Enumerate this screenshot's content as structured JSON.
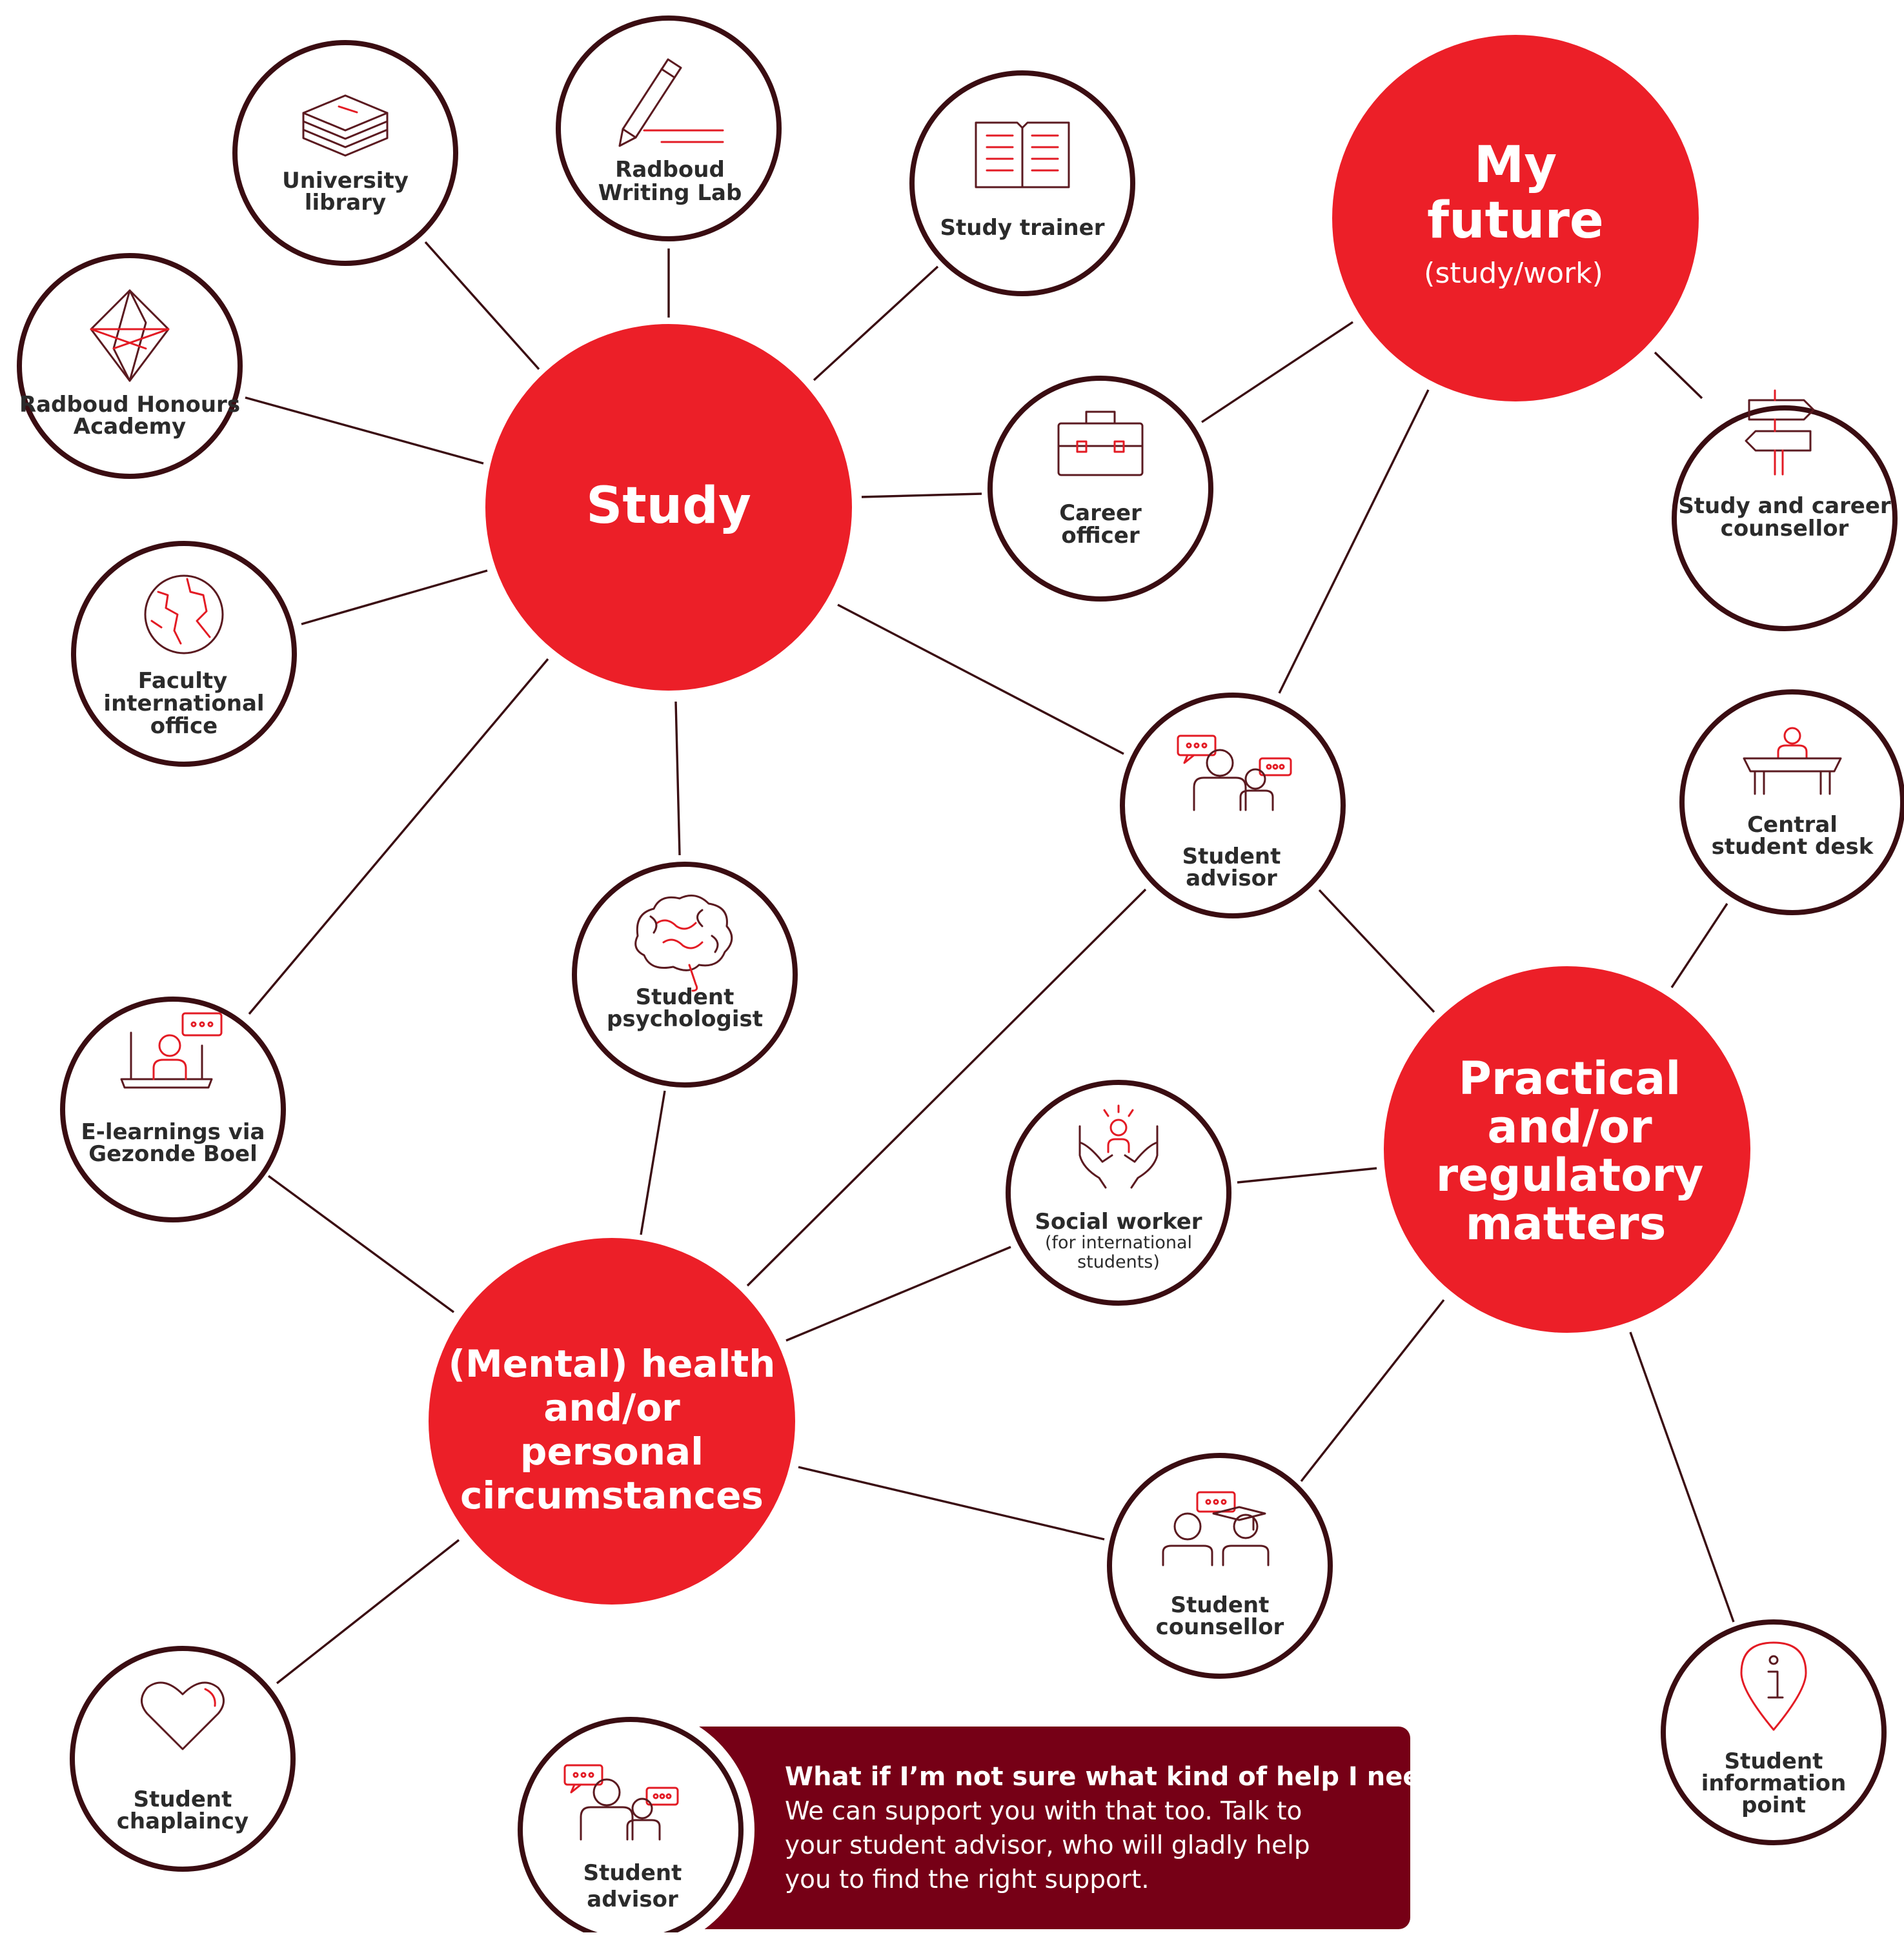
{
  "hubs": {
    "study": {
      "label": "Study"
    },
    "future": {
      "label_1": "My",
      "label_2": "future",
      "sub": "(study/work)"
    },
    "practical": {
      "label_1": "Practical",
      "label_2": "and/or",
      "label_3": "regulatory",
      "label_4": "matters"
    },
    "health": {
      "label_1": "(Mental) health",
      "label_2": "and/or",
      "label_3": "personal",
      "label_4": "circumstances"
    }
  },
  "services": {
    "library": [
      "University",
      "library"
    ],
    "writing_lab": [
      "Radboud",
      "Writing Lab"
    ],
    "study_trainer": [
      "Study trainer"
    ],
    "honours": [
      "Radboud Honours",
      "Academy"
    ],
    "faculty_office": [
      "Faculty",
      "international",
      "office"
    ],
    "career_officer": [
      "Career",
      "officer"
    ],
    "career_counsellor": [
      "Study and career",
      "counsellor"
    ],
    "student_advisor": [
      "Student",
      "advisor"
    ],
    "central_desk": [
      "Central",
      "student desk"
    ],
    "psychologist": [
      "Student",
      "psychologist"
    ],
    "elearnings": [
      "E-learnings via",
      "Gezonde Boel"
    ],
    "social_worker": {
      "label": "Social worker",
      "sub_1": "(for international",
      "sub_2": "students)"
    },
    "counsellor": [
      "Student",
      "counsellor"
    ],
    "info_point": [
      "Student",
      "information",
      "point"
    ],
    "chaplaincy": [
      "Student",
      "chaplaincy"
    ],
    "callout_advisor": [
      "Student",
      "advisor"
    ]
  },
  "callout": {
    "title": "What if I’m not sure what kind of help I need?",
    "body_1": "We can support you with that too. Talk to",
    "body_2": "your student advisor, who will gladly help",
    "body_3": "you to find the right support."
  },
  "colors": {
    "hub_red": "#ec1f28",
    "ring_dark": "#3a0d12",
    "callout_bg": "#760016",
    "icon_red": "#e31b24",
    "icon_dark": "#5b1a20"
  },
  "icons": {
    "library": "books-icon",
    "writing_lab": "pencil-icon",
    "study_trainer": "open-book-icon",
    "honours": "diamond-icon",
    "faculty_office": "globe-icon",
    "career_officer": "briefcase-icon",
    "career_counsellor": "signpost-icon",
    "student_advisor": "people-chat-icon",
    "central_desk": "desk-icon",
    "psychologist": "brain-icon",
    "elearnings": "laptop-icon",
    "social_worker": "hands-icon",
    "counsellor": "graduate-chat-icon",
    "info_point": "info-pin-icon",
    "chaplaincy": "heart-icon"
  }
}
